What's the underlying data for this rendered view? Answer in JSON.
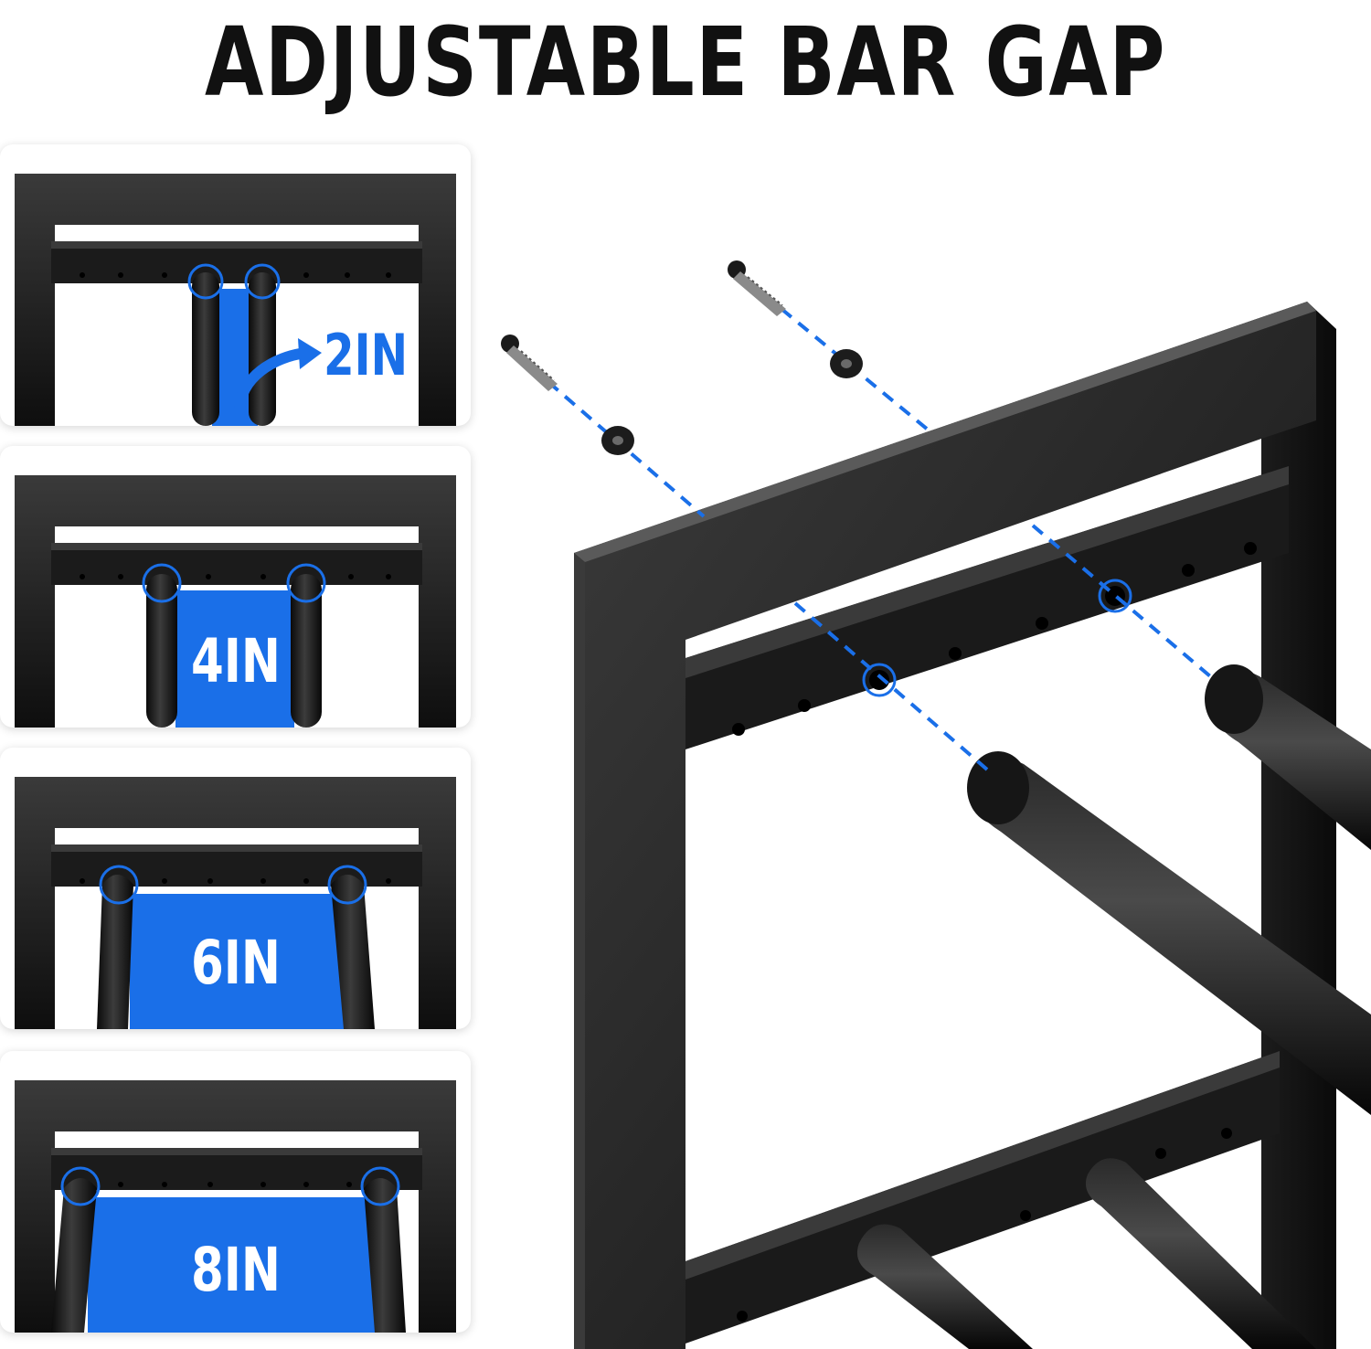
{
  "header": {
    "title": "ADJUSTABLE BAR GAP"
  },
  "panels": [
    {
      "label": "2IN"
    },
    {
      "label": "4IN"
    },
    {
      "label": "6IN"
    },
    {
      "label": "8IN"
    }
  ],
  "colors": {
    "accent_blue": "#1a6fe8",
    "frame_black": "#141414",
    "background": "#ffffff"
  }
}
